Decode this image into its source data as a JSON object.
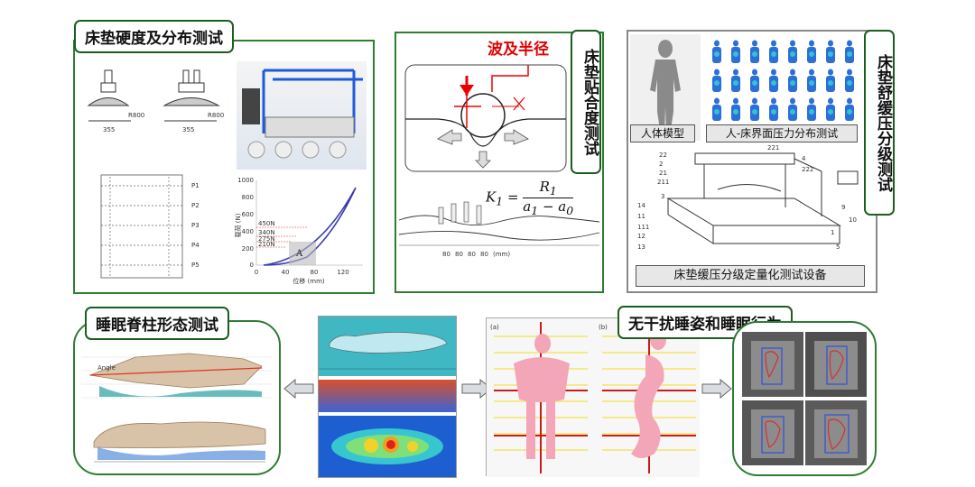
{
  "panels": {
    "hardness": {
      "title": "床垫硬度及分布测试",
      "dims": [
        "355",
        "355",
        "R800",
        "R800"
      ],
      "chart_ylabel": "载荷 (N)",
      "chart_xlabel": "位移 (mm)",
      "chart_yticks": [
        "0",
        "200",
        "400",
        "600",
        "800",
        "1000"
      ],
      "chart_xticks": [
        "0",
        "40",
        "80",
        "120"
      ],
      "chart_labels": [
        "450N",
        "340N",
        "275N",
        "210N",
        "A"
      ]
    },
    "conformity": {
      "title": "床垫贴合度测试",
      "red_label": "波及半径",
      "formula_lhs": "K",
      "formula_num": "R",
      "formula_den": "a",
      "dims": [
        "80",
        "80",
        "80",
        "80",
        "(mm)"
      ]
    },
    "relief": {
      "title": "床垫舒缓压分级测试",
      "caption_model": "人体模型",
      "caption_pressure": "人-床界面压力分布测试",
      "caption_device": "床垫缓压分级定量化测试设备",
      "device_numbers": [
        "221",
        "22",
        "4",
        "2",
        "222",
        "21",
        "211",
        "3",
        "9",
        "14",
        "10",
        "11",
        "111",
        "1",
        "12",
        "13",
        "5"
      ]
    },
    "spine": {
      "title": "睡眠脊柱形态测试",
      "angle_label": "Angle"
    },
    "sleep": {
      "title": "无干扰睡姿和睡眠行为",
      "sub_labels": [
        "(a)",
        "(b)"
      ]
    }
  },
  "arrows": [
    "arrow-left",
    "arrow-right",
    "arrow-right"
  ],
  "colors": {
    "frame": "#2e7d32",
    "red": "#e00000",
    "sim_cyan": "#3fb8c4",
    "sim_blue": "#1d5fd0"
  }
}
